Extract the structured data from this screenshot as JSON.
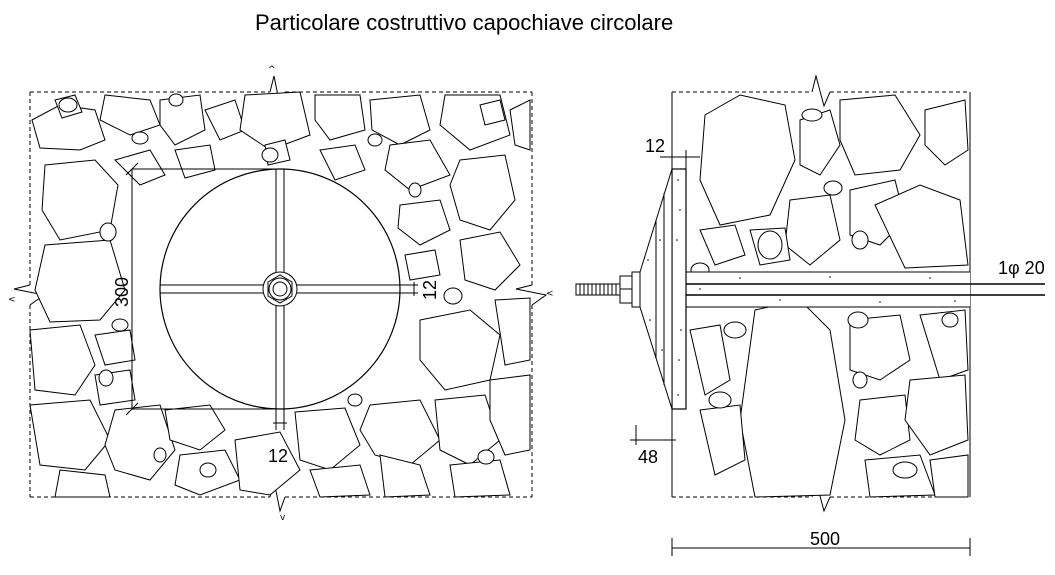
{
  "title": "Particolare costruttivo capochiave circolare",
  "front_view": {
    "dim_plate_diameter": "300",
    "dim_rib_thickness_right": "12",
    "dim_rib_thickness_bottom": "12"
  },
  "section_view": {
    "dim_plate_thickness": "12",
    "dim_rib_depth": "48",
    "dim_wall_thickness": "500",
    "tie_rod_label": "1φ 20"
  }
}
